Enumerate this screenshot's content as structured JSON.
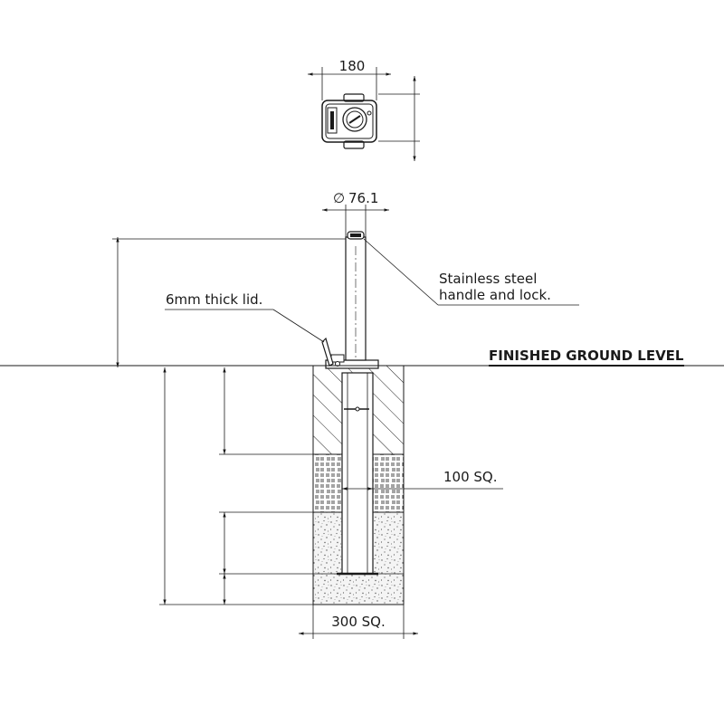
{
  "top_view": {
    "width_dim": "180"
  },
  "post": {
    "diameter_symbol": "∅",
    "diameter_value": "76.1"
  },
  "labels": {
    "handle_line1": "Stainless steel",
    "handle_line2": "handle and lock.",
    "lid": "6mm thick lid.",
    "ground": "FINISHED GROUND LEVEL",
    "sleeve": "100 SQ.",
    "footing": "300 SQ."
  }
}
